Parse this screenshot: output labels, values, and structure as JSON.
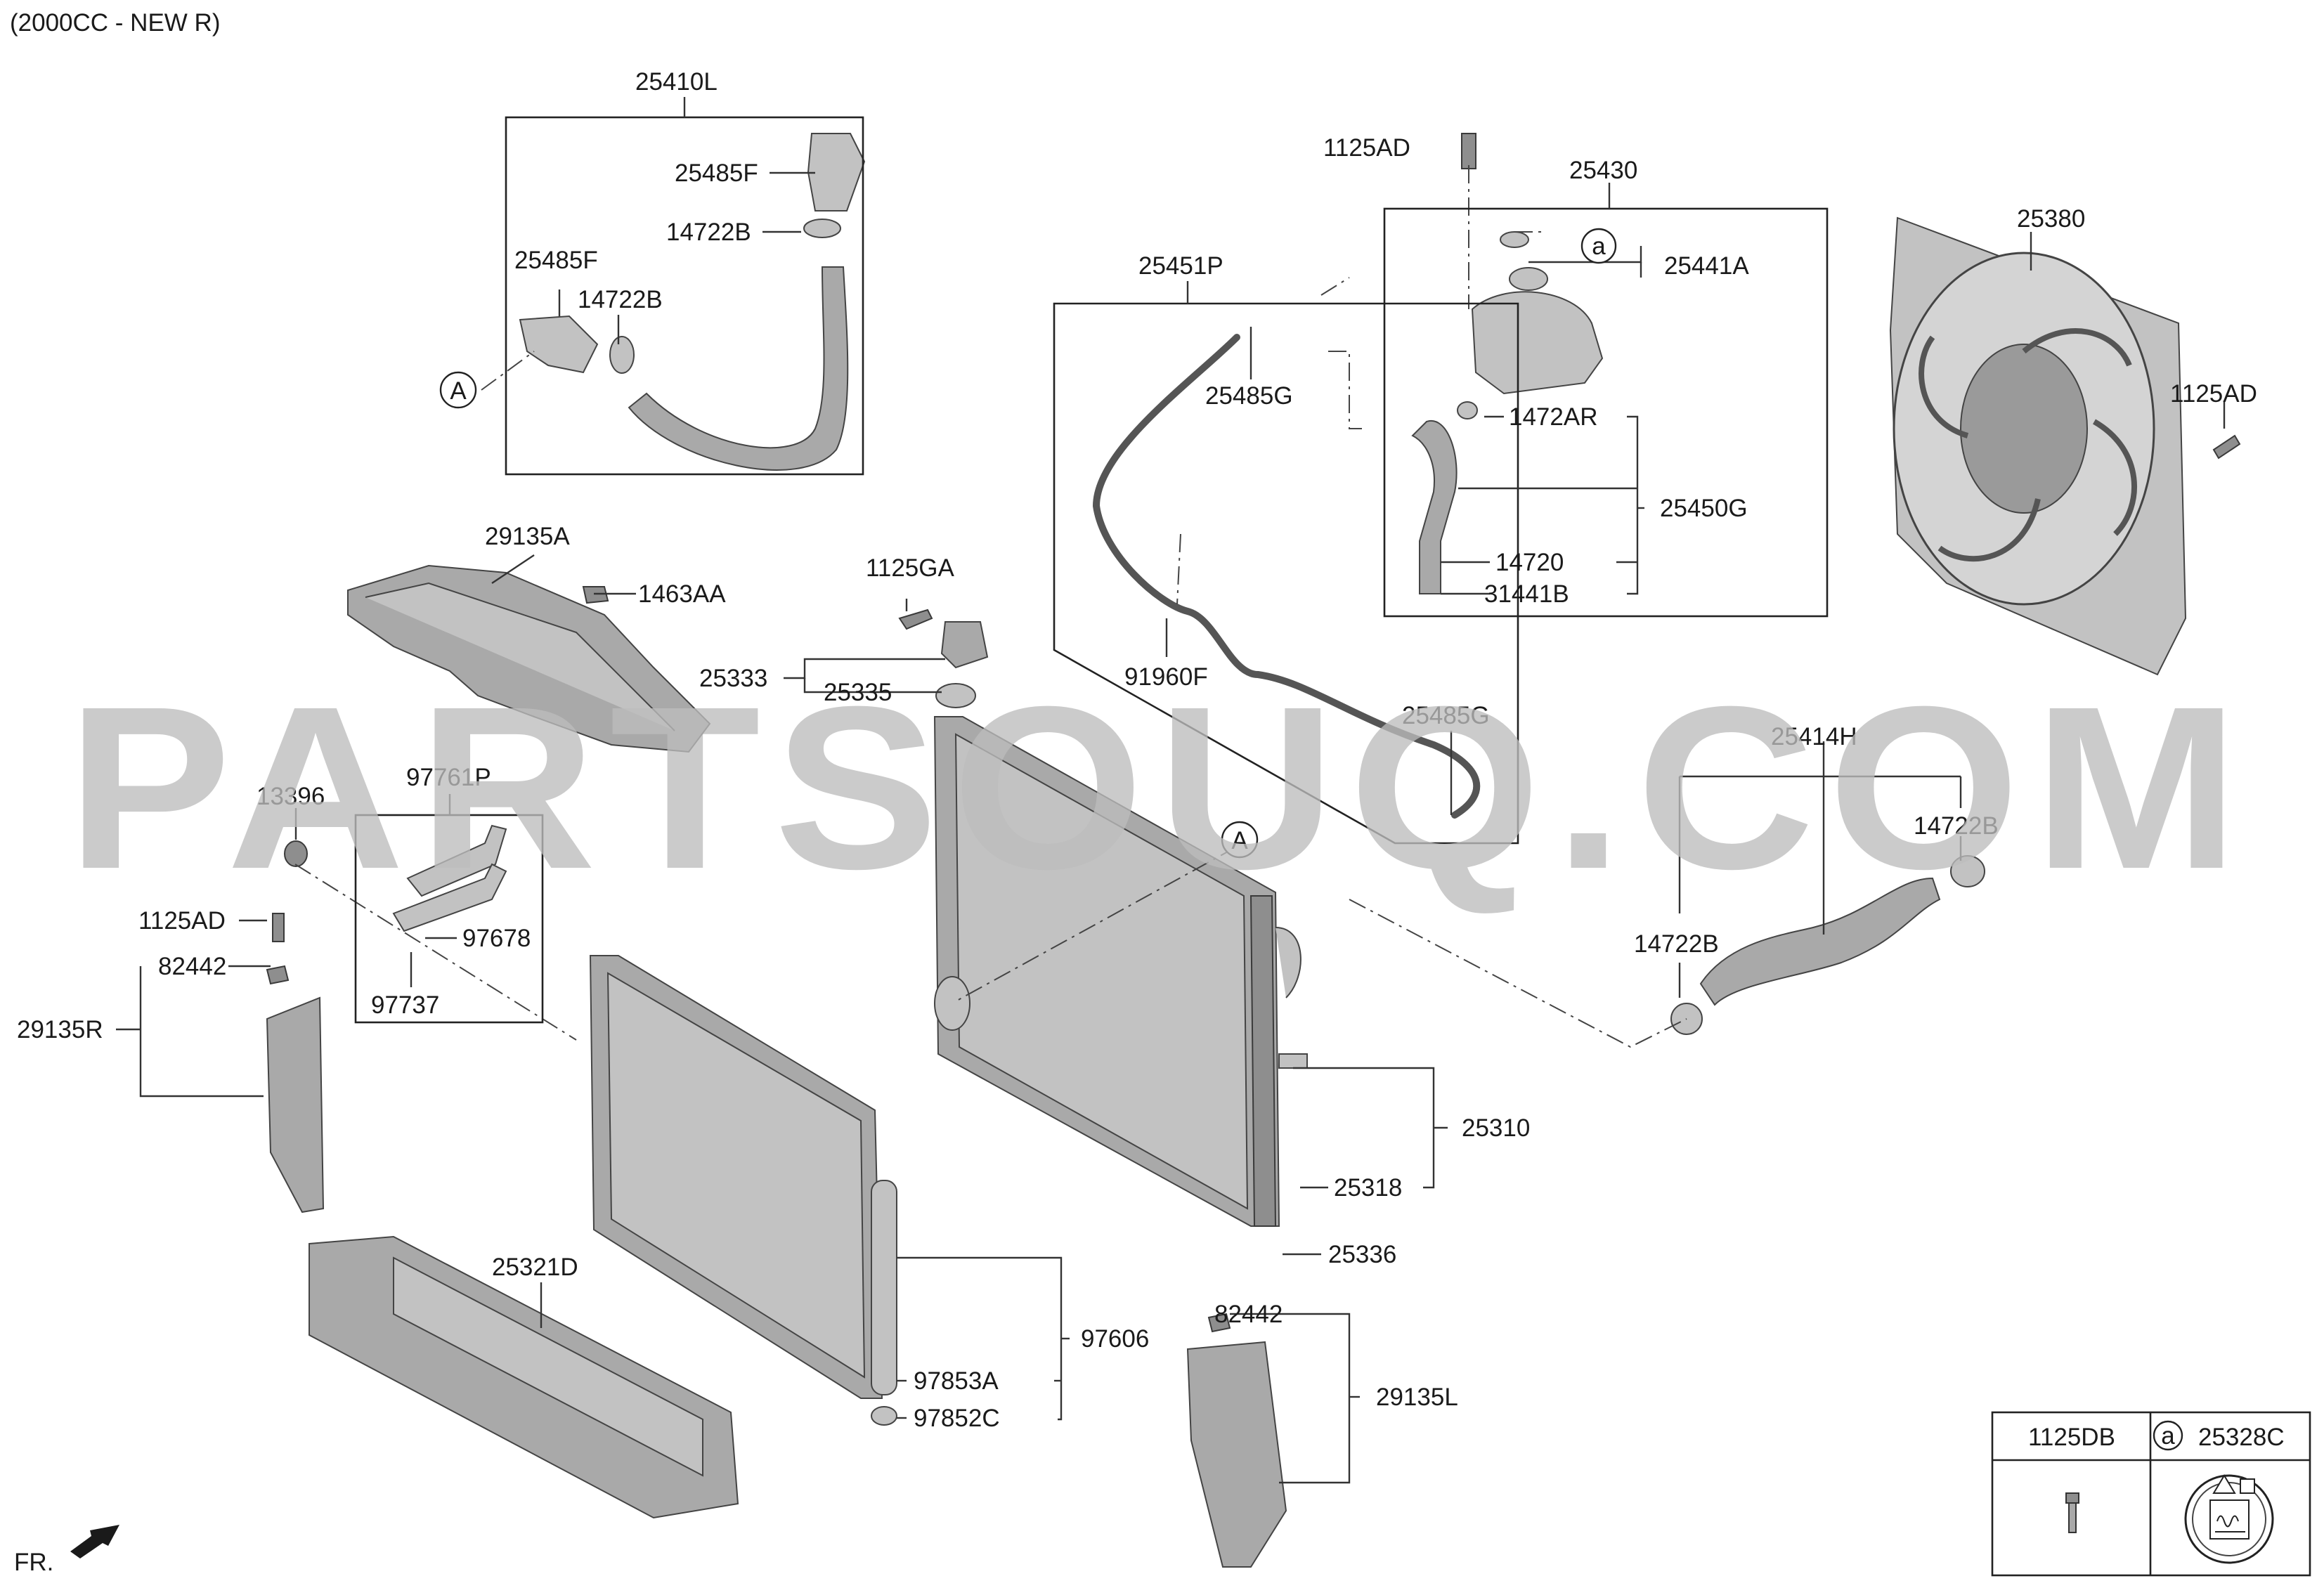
{
  "header": {
    "engine": "(2000CC - NEW R)"
  },
  "watermark": "PARTSOUQ.COM",
  "fr_label": "FR.",
  "callouts": {
    "a": "a",
    "A": "A"
  },
  "parts": {
    "p25410L": "25410L",
    "p25485F_top": "25485F",
    "p14722B_top": "14722B",
    "p25485F_left": "25485F",
    "p14722B_left": "14722B",
    "p29135A": "29135A",
    "p1463AA": "1463AA",
    "p1125GA": "1125GA",
    "p25333": "25333",
    "p25335": "25335",
    "p25451P": "25451P",
    "p25485G_top": "25485G",
    "p91960F": "91960F",
    "p25485G_bot": "25485G",
    "p1125AD_top": "1125AD",
    "p25430": "25430",
    "p25441A": "25441A",
    "p1472AR": "1472AR",
    "p25450G": "25450G",
    "p14720": "14720",
    "p31441B": "31441B",
    "p25380": "25380",
    "p1125AD_right": "1125AD",
    "p13396": "13396",
    "p97761P": "97761P",
    "p97678": "97678",
    "p97737": "97737",
    "p1125AD_left": "1125AD",
    "p82442_left": "82442",
    "p29135R": "29135R",
    "p25321D": "25321D",
    "p25414H": "25414H",
    "p14722B_right": "14722B",
    "p14722B_mid": "14722B",
    "p25310": "25310",
    "p25318": "25318",
    "p25336": "25336",
    "p97606": "97606",
    "p97853A": "97853A",
    "p97852C": "97852C",
    "p82442_bot": "82442",
    "p29135L": "29135L"
  },
  "legend": {
    "col1": "1125DB",
    "col2_circle": "a",
    "col2": "25328C"
  }
}
